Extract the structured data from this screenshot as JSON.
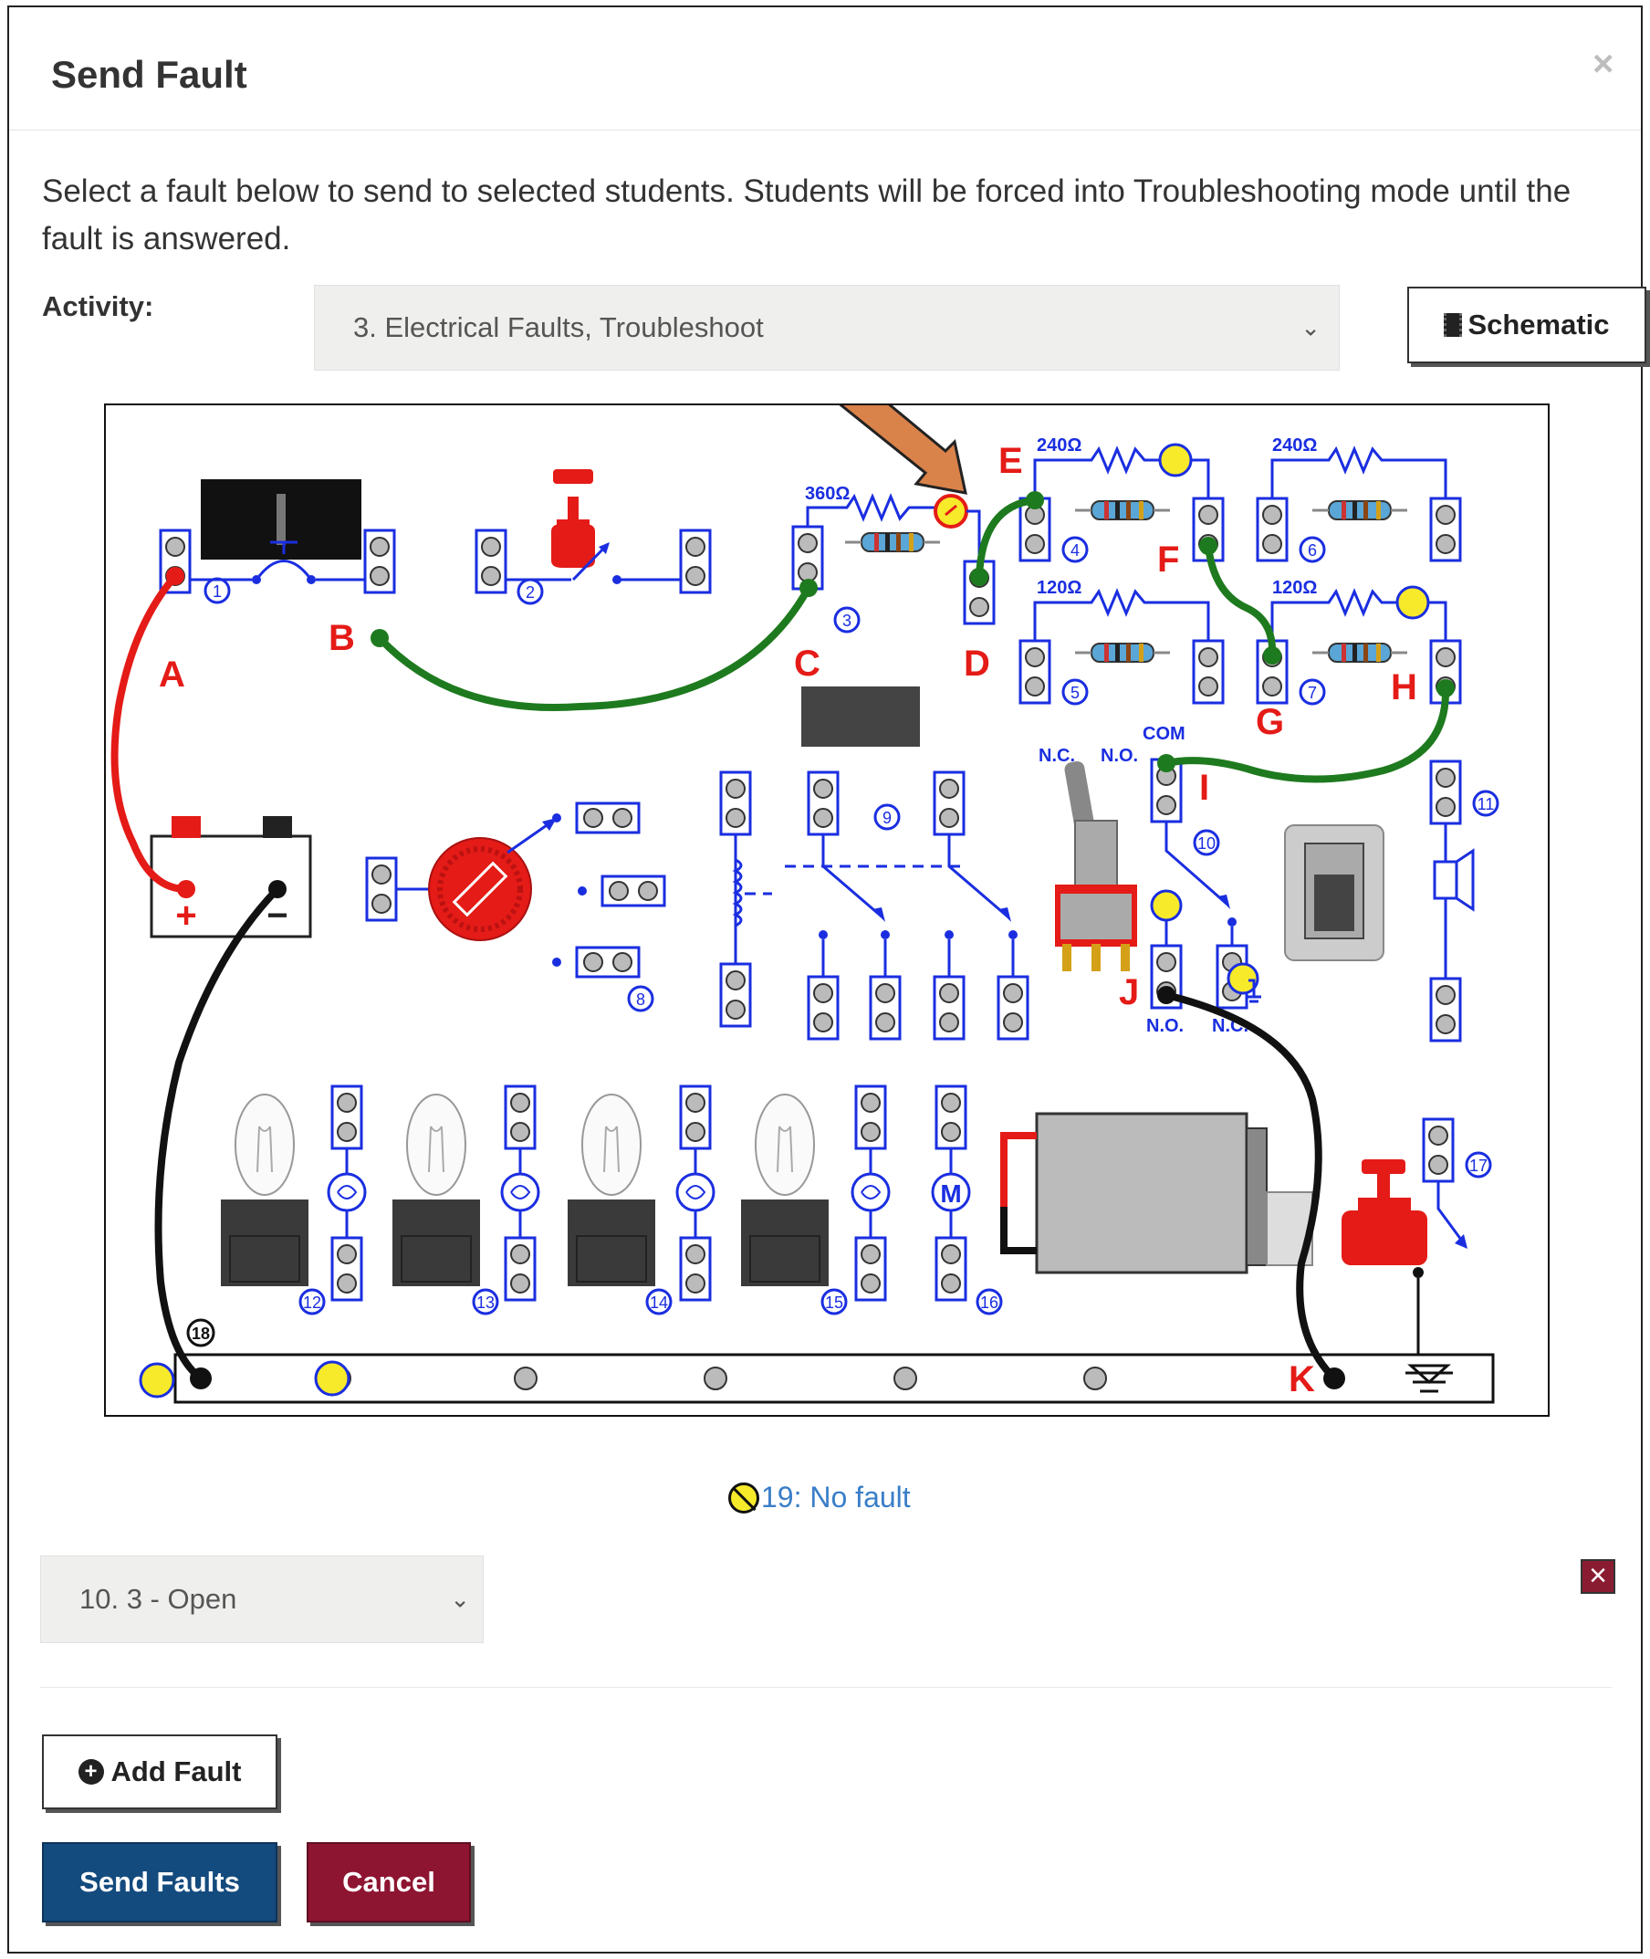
{
  "modal": {
    "title": "Send Fault",
    "close_glyph": "×",
    "intro": "Select a fault below to send to selected students. Students will be forced into Troubleshooting mode until the fault is answered.",
    "activity_label": "Activity:",
    "activity_value": "3. Electrical Faults, Troubleshoot",
    "schematic_button": "Schematic",
    "no_fault_label": "19: No fault",
    "fault_select_value": "10. 3 - Open",
    "remove_glyph": "×",
    "add_fault_button": "Add Fault",
    "send_button": "Send Faults",
    "cancel_button": "Cancel"
  },
  "board": {
    "node_letters": [
      "A",
      "B",
      "C",
      "D",
      "E",
      "F",
      "G",
      "H",
      "I",
      "J",
      "K"
    ],
    "resistor_values": [
      "360Ω",
      "240Ω",
      "240Ω",
      "120Ω",
      "120Ω"
    ],
    "switch_labels": [
      "COM",
      "N.C.",
      "N.O.",
      "N.O.",
      "N.C."
    ],
    "component_numbers": [
      "1",
      "2",
      "3",
      "4",
      "5",
      "6",
      "7",
      "8",
      "9",
      "10",
      "11",
      "12",
      "13",
      "14",
      "15",
      "16",
      "17",
      "18"
    ],
    "motor_symbol": "M",
    "battery_plus": "+",
    "battery_minus": "−",
    "colors": {
      "node_label": "#e41b17",
      "component_blue": "#1a2ee0",
      "wire_green": "#1e7a1e",
      "wire_red": "#e41b17",
      "wire_black": "#111111",
      "arrow_orange": "#d9824a",
      "fault_marker": "#f7ea2a"
    }
  }
}
